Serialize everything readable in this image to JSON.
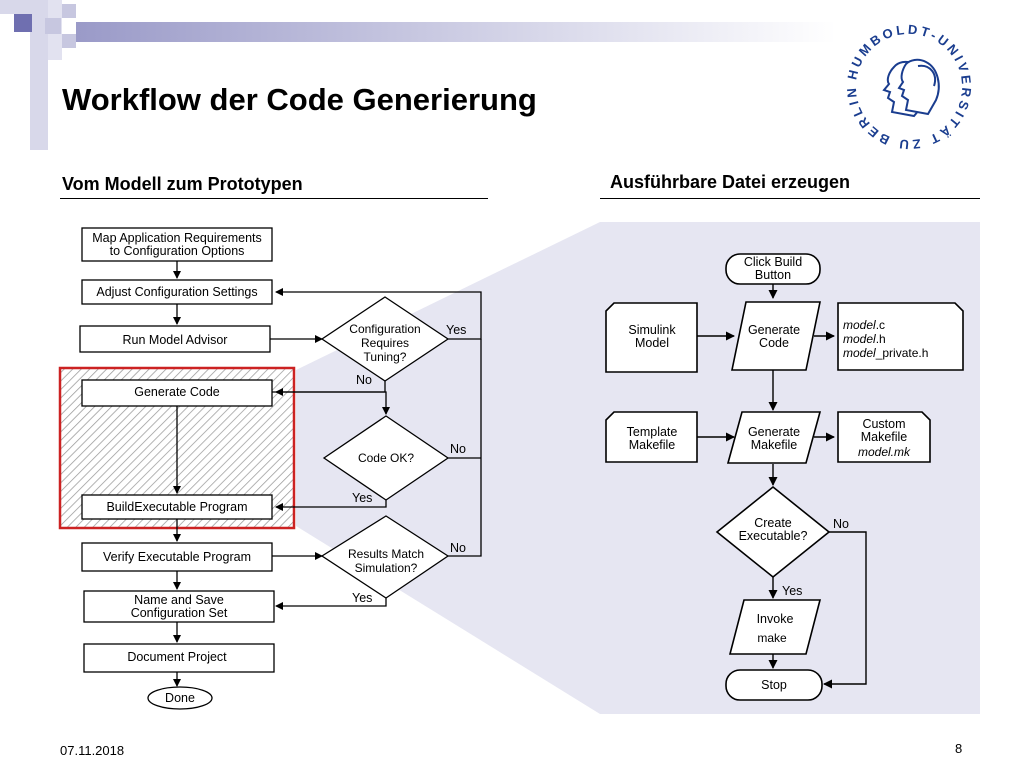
{
  "slide": {
    "title": "Workflow der Code Generierung",
    "date": "07.11.2018",
    "page_number": "8"
  },
  "logo": {
    "text": "HUMBOLDT-UNIVERSITÄT ZU BERLIN"
  },
  "left_section": {
    "heading": "Vom Modell zum Prototypen",
    "steps": {
      "map_requirements": [
        "Map Application Requirements",
        "to Configuration Options"
      ],
      "adjust_settings": "Adjust Configuration Settings",
      "run_advisor": "Run Model Advisor",
      "generate_code": "Generate Code",
      "build_exec": "BuildExecutable Program",
      "verify_exec": "Verify Executable Program",
      "name_save": [
        "Name and Save",
        "Configuration Set"
      ],
      "document": "Document Project",
      "done": "Done"
    },
    "decisions": {
      "config_tuning": [
        "Configuration",
        "Requires",
        "Tuning?"
      ],
      "code_ok": "Code OK?",
      "results_match": [
        "Results Match",
        "Simulation?"
      ]
    },
    "edge_labels": {
      "yes": "Yes",
      "no": "No"
    }
  },
  "right_section": {
    "heading": "Ausführbare Datei erzeugen",
    "nodes": {
      "click_build": [
        "Click Build",
        "Button"
      ],
      "simulink_model": [
        "Simulink",
        "Model"
      ],
      "generate_code": [
        "Generate",
        "Code"
      ],
      "files": {
        "prefix": "model",
        "items": [
          ".c",
          ".h",
          "_private.h"
        ]
      },
      "template_makefile": [
        "Template",
        "Makefile"
      ],
      "generate_makefile": [
        "Generate",
        "Makefile"
      ],
      "custom_makefile": [
        "Custom",
        "Makefile",
        "model.mk"
      ],
      "create_exec": [
        "Create",
        "Executable?"
      ],
      "invoke": [
        "Invoke",
        "make"
      ],
      "stop": "Stop"
    },
    "edge_labels": {
      "yes": "Yes",
      "no": "No"
    }
  },
  "colors": {
    "decor_square_dark": "#9a9ac8",
    "decor_square_light": "#c7c7e0",
    "zoom_background": "#e6e6f2",
    "highlight_border": "#cc2222",
    "logo_blue": "#1a3d8f"
  }
}
